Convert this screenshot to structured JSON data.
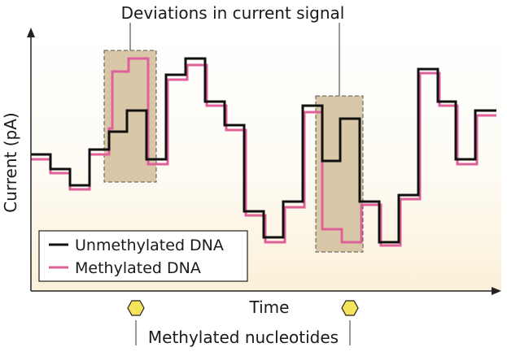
{
  "labels": {
    "deviations": "Deviations in current signal",
    "y_axis": "Current (pA)",
    "x_axis": "Time",
    "nucleotides": "Methylated nucleotides"
  },
  "legend": {
    "unmethylated": "Unmethylated DNA",
    "methylated": "Methylated DNA"
  },
  "colors": {
    "unmethylated": "#111111",
    "methylated": "#e0609a",
    "highlight_fill": "#d8c7a6",
    "nucleotide_fill": "#f5e35a",
    "background_fill": "#fbf3dc"
  },
  "icons": {
    "nucleotide": "hexagon-icon"
  }
}
